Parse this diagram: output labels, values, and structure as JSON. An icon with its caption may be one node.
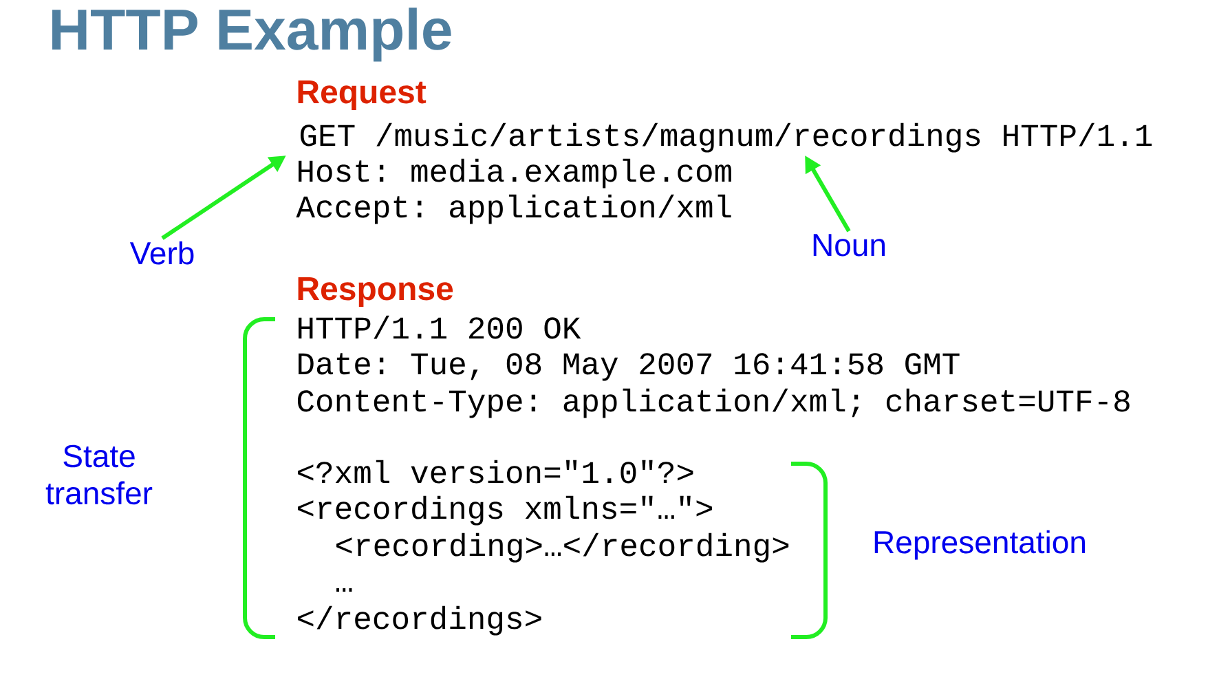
{
  "diagram": {
    "title": "HTTP Example",
    "nodes": [
      {
        "text": [
          "Verb"
        ]
      },
      {
        "text": [
          "Noun"
        ]
      },
      {
        "text": [
          "GET /music/artists/magnum/recordings HTTP/1.1"
        ]
      }
    ],
    "edges": [
      {
        "from": 0,
        "to": 2,
        "arrow": "to"
      },
      {
        "from": 1,
        "to": 2,
        "arrow": "to"
      }
    ],
    "labels": [
      "Request",
      "Host: media.example.com",
      "Accept: application/xml",
      "Response",
      "HTTP/1.1 200 OK",
      "Date: Tue, 08 May 2007 16:41:58 GMT",
      "Content-Type: application/xml; charset=UTF-8",
      "<?xml version=\"1.0\"?>",
      "<recordings xmlns=\"…\">",
      "<recording>…</recording>",
      "…",
      "</recordings>",
      "State transfer",
      "Representation"
    ]
  }
}
